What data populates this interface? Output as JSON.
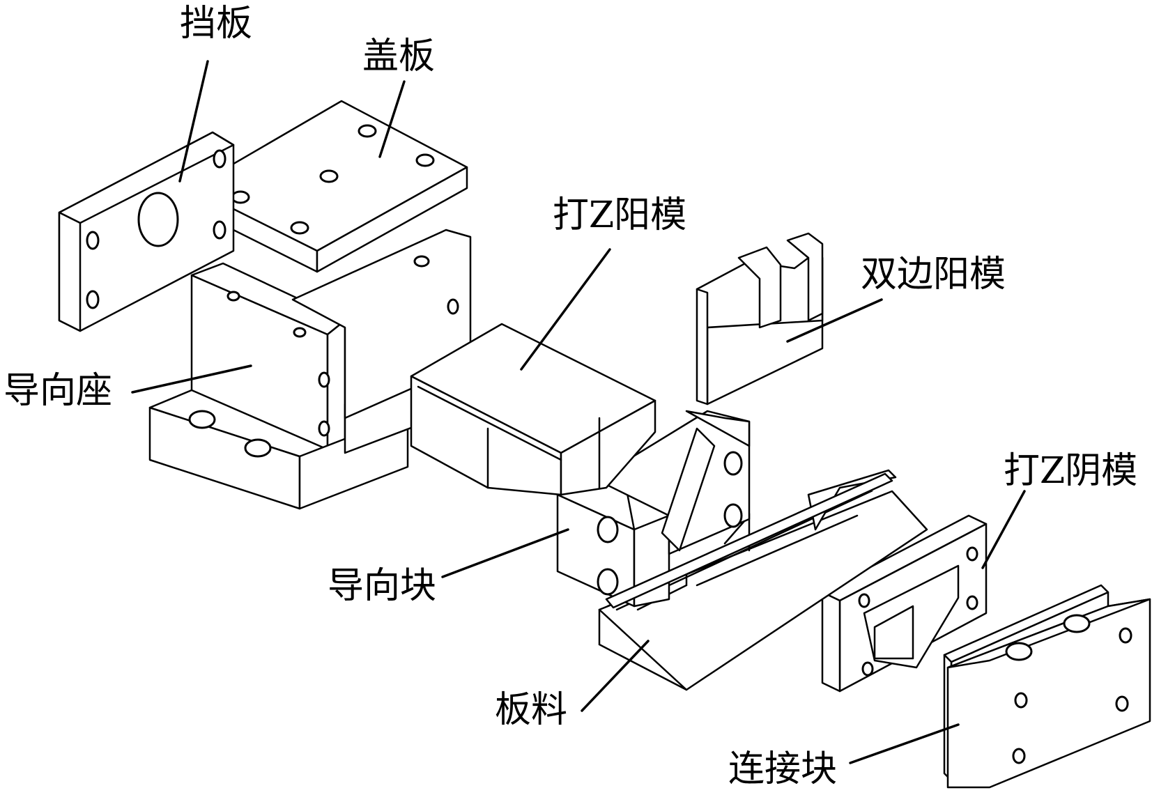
{
  "labels": {
    "baffle": "挡板",
    "cover_plate": "盖板",
    "z_punch": "打Z阳模",
    "double_side_punch": "双边阳模",
    "guide_seat": "导向座",
    "z_die": "打Z阴模",
    "guide_block": "导向块",
    "sheet_material": "板料",
    "connecting_block": "连接块"
  }
}
